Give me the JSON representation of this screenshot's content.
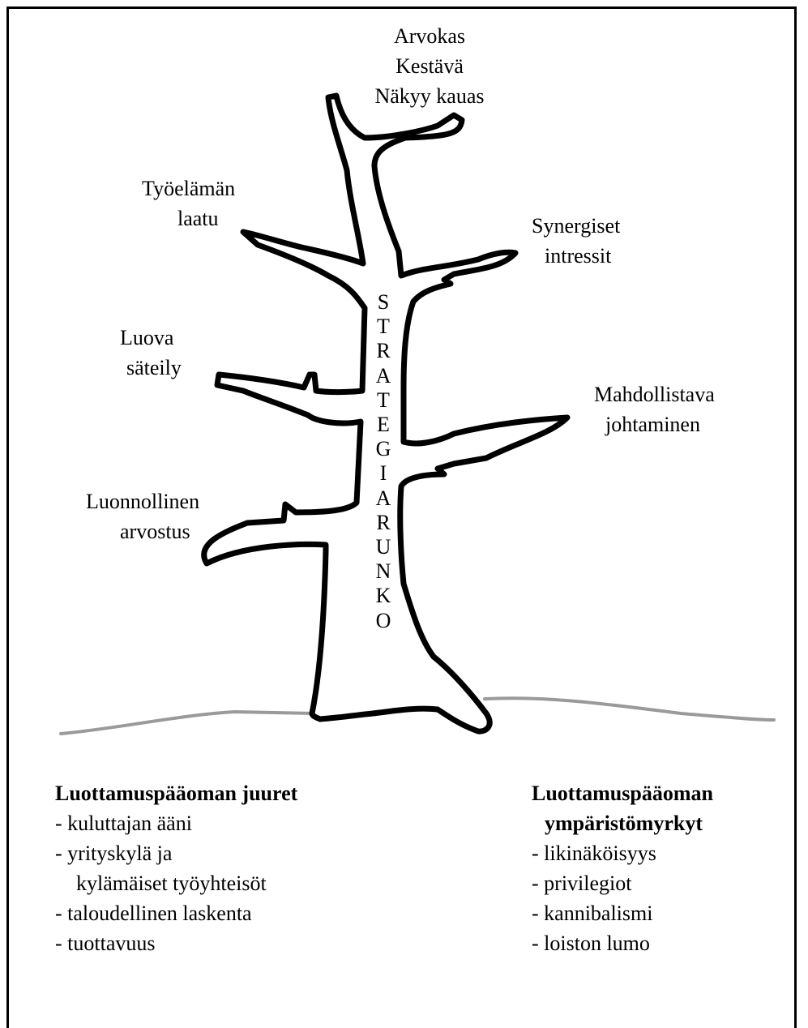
{
  "trunk_label": [
    "S",
    "T",
    "R",
    "A",
    "T",
    "E",
    "G",
    "I",
    "A",
    "R",
    "U",
    "N",
    "K",
    "O"
  ],
  "branches": {
    "top": [
      "Arvokas",
      "Kestävä",
      "Näkyy kauas"
    ],
    "upper_left": [
      "Työelämän",
      "laatu"
    ],
    "upper_right": [
      "Synergiset",
      "intressit"
    ],
    "middle_left": [
      "Luova",
      "säteily"
    ],
    "middle_right": [
      "Mahdollistava",
      "johtaminen"
    ],
    "lower_left": [
      "Luonnollinen",
      "arvostus"
    ]
  },
  "roots": {
    "title": "Luottamuspääoman juuret",
    "items": [
      "- kuluttajan ääni",
      "- yrityskylä ja",
      "kylämäiset työyhteisöt",
      "- taloudellinen laskenta",
      "- tuottavuus"
    ]
  },
  "toxins": {
    "title_lines": [
      "Luottamuspääoman",
      "ympäristömyrkyt"
    ],
    "items": [
      "- likinäköisyys",
      "- privilegiot",
      "- kannibalismi",
      "- loiston lumo"
    ]
  }
}
